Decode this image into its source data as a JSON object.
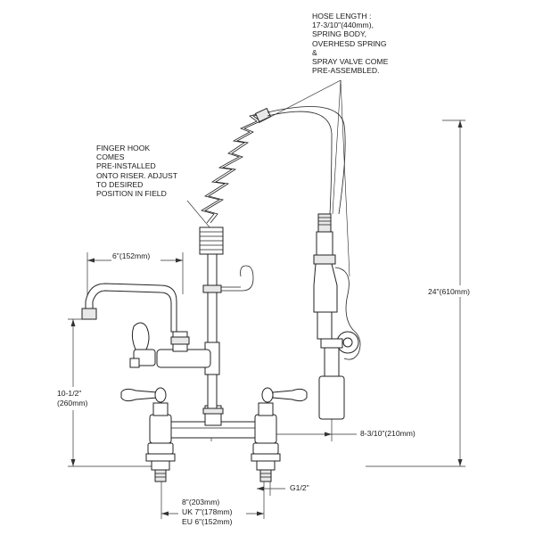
{
  "notes": {
    "hose": "HOSE LENGTH :\n17-3/10\"(440mm),\nSPRING BODY,\nOVERHESD SPRING\n&\nSPRAY VALVE COME\nPRE-ASSEMBLED.",
    "finger_hook": "FINGER HOOK\nCOMES\nPRE-INSTALLED\nONTO RISER. ADJUST\nTO DESIRED\nPOSITION IN FIELD"
  },
  "dimensions": {
    "spout_reach": "6\"(152mm)",
    "overall_height": "24\"(610mm)",
    "spout_height_1": "10-1/2\"",
    "spout_height_2": "(260mm)",
    "valve_offset": "8-3/10\"(210mm)",
    "thread": "G1/2\"",
    "centers_1": "8\"(203mm)",
    "centers_2": "UK 7\"(178mm)",
    "centers_3": "EU 6\"(152mm)"
  }
}
